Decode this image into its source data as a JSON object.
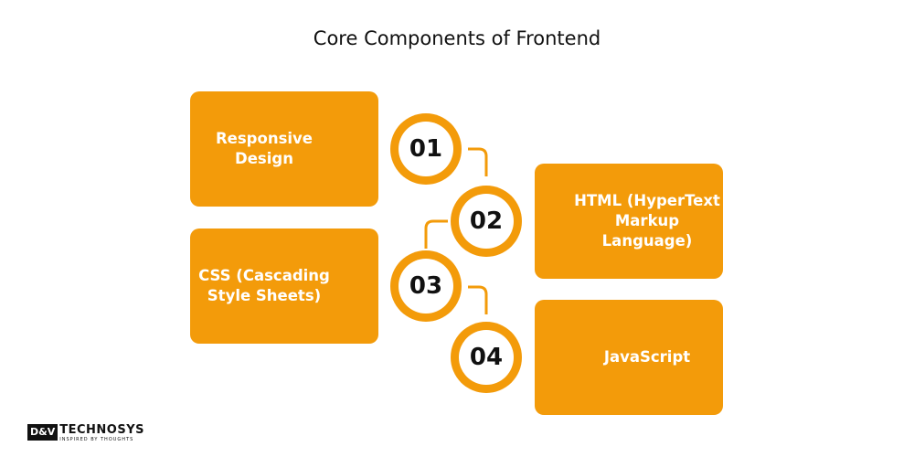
{
  "title": "Core Components of Frontend",
  "colors": {
    "accent": "#F39B0A",
    "text_on_accent": "#ffffff",
    "number_text": "#111111"
  },
  "items": [
    {
      "number": "01",
      "label": "Responsive Design"
    },
    {
      "number": "02",
      "label": "HTML (HyperText Markup Language)"
    },
    {
      "number": "03",
      "label": "CSS (Cascading Style Sheets)"
    },
    {
      "number": "04",
      "label": "JavaScript"
    }
  ],
  "logo": {
    "mark": "D&V",
    "name": "TECHNOSYS",
    "tagline": "INSPIRED BY THOUGHTS"
  }
}
